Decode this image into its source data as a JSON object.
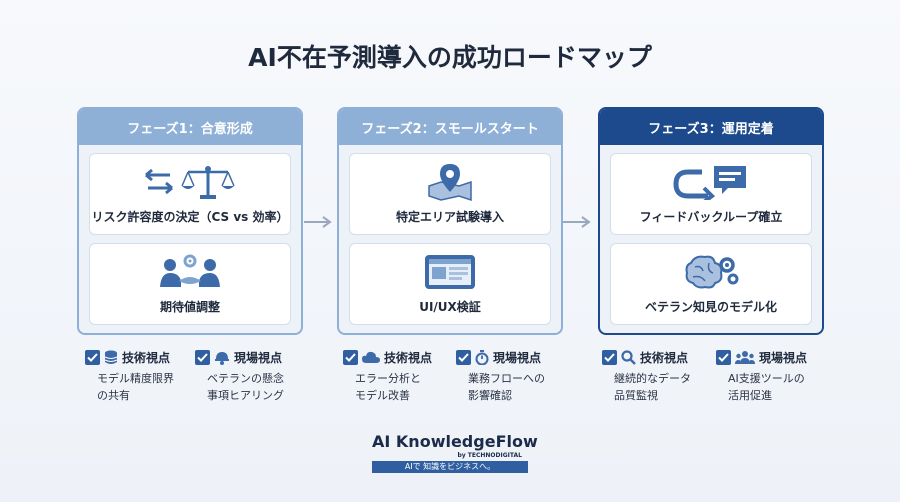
{
  "title": "AI不在予測導入の成功ロードマップ",
  "phases": [
    {
      "header": "フェーズ1：合意形成",
      "cards": [
        {
          "label": "リスク許容度の決定（CS vs 効率）",
          "icon": "balance-scale-icon"
        },
        {
          "label": "期待値調整",
          "icon": "handshake-gear-icon"
        }
      ],
      "perspectives": [
        {
          "heading": "技術視点",
          "icon": "database-icon",
          "desc": [
            "モデル精度限界",
            "の共有"
          ]
        },
        {
          "heading": "現場視点",
          "icon": "worker-helmet-icon",
          "desc": [
            "ベテランの懸念",
            "事項ヒアリング"
          ]
        }
      ]
    },
    {
      "header": "フェーズ2：スモールスタート",
      "cards": [
        {
          "label": "特定エリア試験導入",
          "icon": "map-pin-icon"
        },
        {
          "label": "UI/UX検証",
          "icon": "tablet-ui-icon"
        }
      ],
      "perspectives": [
        {
          "heading": "技術視点",
          "icon": "cloud-icon",
          "desc": [
            "エラー分析と",
            "モデル改善"
          ]
        },
        {
          "heading": "現場視点",
          "icon": "stopwatch-icon",
          "desc": [
            "業務フローへの",
            "影響確認"
          ]
        }
      ]
    },
    {
      "header": "フェーズ3：運用定着",
      "cards": [
        {
          "label": "フィードバックループ確立",
          "icon": "feedback-loop-icon"
        },
        {
          "label": "ベテラン知見のモデル化",
          "icon": "brain-gear-icon"
        }
      ],
      "perspectives": [
        {
          "heading": "技術視点",
          "icon": "magnifier-icon",
          "desc": [
            "継続的なデータ",
            "品質監視"
          ]
        },
        {
          "heading": "現場視点",
          "icon": "team-icon",
          "desc": [
            "AI支援ツールの",
            "活用促進"
          ]
        }
      ]
    }
  ],
  "brand": {
    "name": "AI KnowledgeFlow",
    "by": "by TECHNODIGITAL",
    "tagline": "AIで 知識をビジネスへ。"
  },
  "colors": {
    "phase_light": "#8fb0d6",
    "phase_dark": "#1d4a8c",
    "icon_blue": "#3d6aa8",
    "check": "#2f5fa1"
  }
}
